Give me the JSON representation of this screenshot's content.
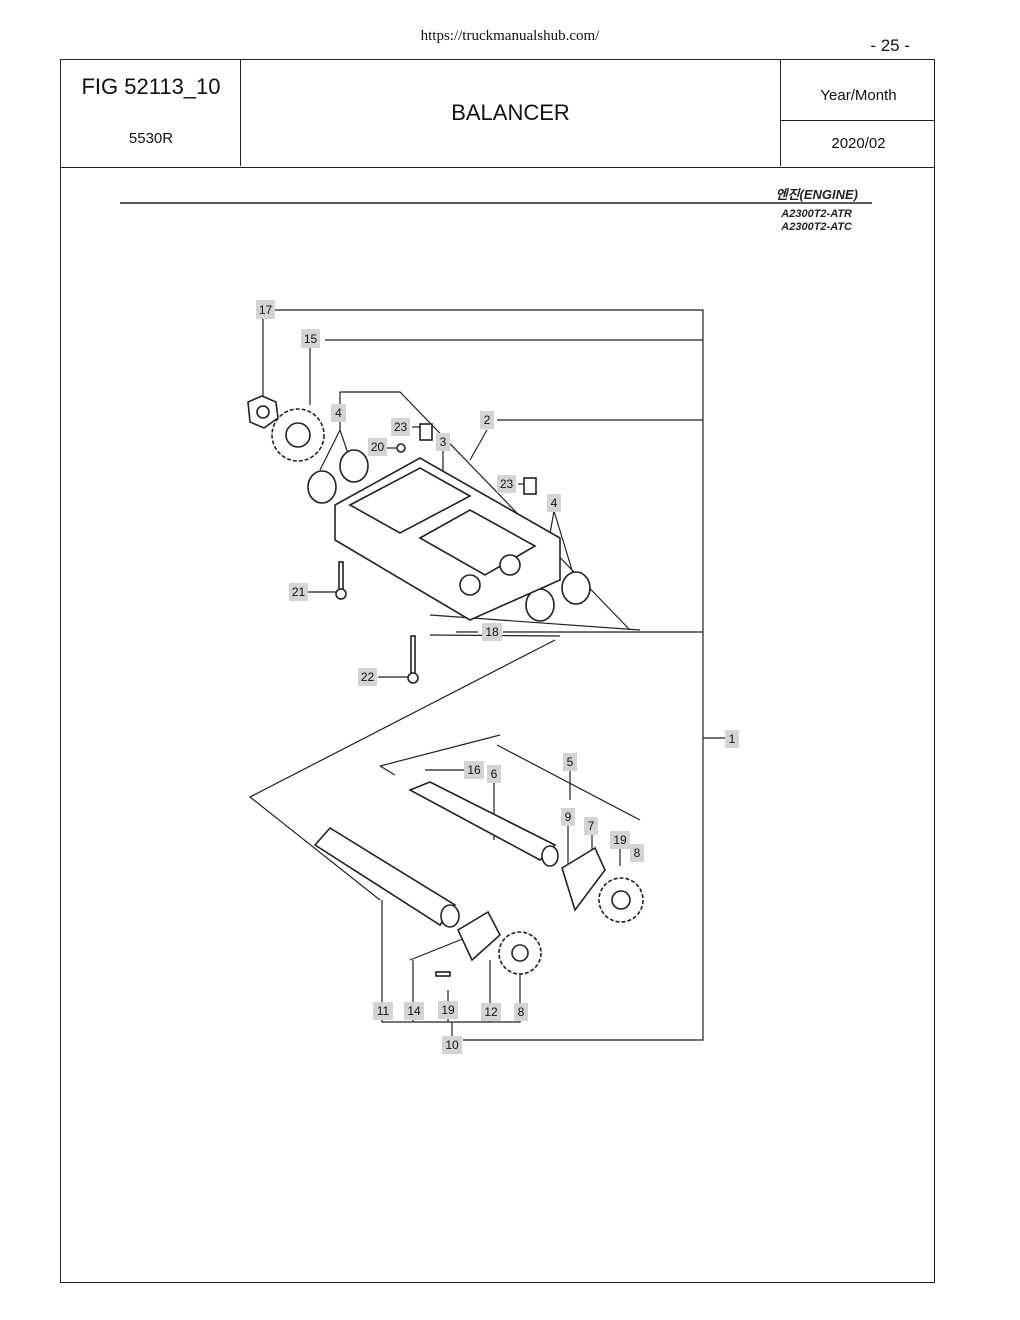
{
  "header": {
    "url": "https://truckmanualshub.com/",
    "page_number": "- 25 -",
    "fig": "FIG 52113_10",
    "model": "5530R",
    "title": "BALANCER",
    "year_month_label": "Year/Month",
    "date": "2020/02"
  },
  "diagram": {
    "engine_heading": "엔진(ENGINE)",
    "engine_models": [
      "A2300T2-ATR",
      "A2300T2-ATC"
    ],
    "callouts": [
      "17",
      "15",
      "4",
      "23",
      "20",
      "3",
      "2",
      "23",
      "4",
      "21",
      "18",
      "22",
      "1",
      "5",
      "16",
      "6",
      "9",
      "7",
      "19",
      "8",
      "11",
      "14",
      "19",
      "12",
      "8",
      "10"
    ]
  }
}
